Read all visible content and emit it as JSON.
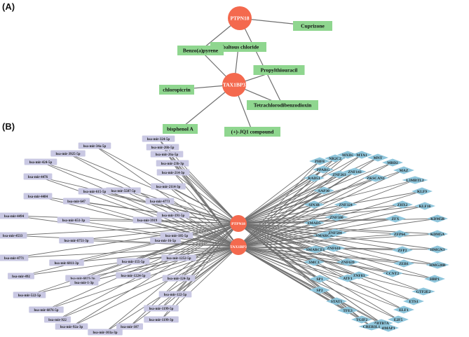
{
  "panels": {
    "a_label": "(A)",
    "b_label": "(B)"
  },
  "panel_a": {
    "hubs": [
      {
        "id": "PTPN18",
        "label": "PTPN18"
      },
      {
        "id": "TAX1BP3",
        "label": "TAX1BP3"
      }
    ],
    "chemicals": [
      {
        "label": "Cuprizone",
        "links": [
          "PTPN18"
        ]
      },
      {
        "label": "cobaltous chloride",
        "links": [
          "TAX1BP3"
        ]
      },
      {
        "label": "Benzo(a)pyrene",
        "links": [
          "PTPN18",
          "TAX1BP3"
        ]
      },
      {
        "label": "Propylthiouracil",
        "links": [
          "TAX1BP3"
        ]
      },
      {
        "label": "chloropicrin",
        "links": [
          "TAX1BP3"
        ]
      },
      {
        "label": "Tetrachlorodibenzodioxin",
        "links": [
          "PTPN18",
          "TAX1BP3"
        ]
      },
      {
        "label": "bisphenol A",
        "links": [
          "TAX1BP3"
        ]
      },
      {
        "label": "(+)-JQ1 compound",
        "links": [
          "TAX1BP3"
        ]
      }
    ]
  },
  "panel_b": {
    "hubs": [
      {
        "id": "PTPN18",
        "label": "PTPN18"
      },
      {
        "id": "TAX1BP3",
        "label": "TAX1BP3"
      }
    ],
    "mirnas": [
      "hsa-mir-324-5p",
      "hsa-mir-34a-5p",
      "hsa-mir-26b-5p",
      "hsa-mir-3925-5p",
      "hsa-mir-26a-5p",
      "hsa-mir-23b-3p",
      "hsa-mir-424-5p",
      "hsa-mir-214-3p",
      "hsa-mir-4476",
      "hsa-mir-615-5p",
      "hsa-mir-5587-5p",
      "hsa-mir-2114-3p",
      "hsa-mir-4484",
      "hsa-mir-647",
      "hsa-mir-4773",
      "hsa-mir-191-5p",
      "hsa-mir-4494",
      "hsa-mir-651-3p",
      "hsa-mir-3919",
      "hsa-mir-4533",
      "hsa-mir-6751-3p",
      "hsa-mir-16-5p",
      "hsa-mir-185-5p",
      "hsa-mir-4771",
      "hsa-mir-6811-3p",
      "hsa-mir-1252-5p",
      "hsa-mir-155-5p",
      "hsa-mir-492",
      "hsa-mir-6823-3p",
      "hsa-mir-1224-5p",
      "hsa-mir-124-3p",
      "hsa-mir-1-3p",
      "hsa-mir-522-5p",
      "hsa-mir-122-5p",
      "hsa-mir-6876-5p",
      "hsa-mir-1199-5p",
      "hsa-mir-922",
      "hsa-mir-1199-3p",
      "hsa-mir-92a-3p",
      "hsa-mir-107",
      "hsa-mir-103a-3p"
    ],
    "tfs": [
      "MXD4",
      "MTA1",
      "NR2C2",
      "PHF8",
      "MNT",
      "MBD2",
      "PPARG",
      "MAZ",
      "RAD51",
      "ZNF143",
      "ZNF263",
      "L3MBTL2",
      "SAP30",
      "ZKSCAN1",
      "KLF9",
      "SIN3B",
      "ZNF324",
      "ZHX2",
      "KLF16",
      "ZNF580",
      "ZFX",
      "SMAD5",
      "KDM5B",
      "ZFP64",
      "KDM5A",
      "SMARCA5",
      "ZNF584",
      "HMGN3",
      "ZNF610",
      "ZFP2",
      "SMARCE1",
      "ZEB1",
      "HMG20B",
      "ZNF639",
      "CCNT2",
      "HBP1",
      "SMC3",
      "ZNF83",
      "ATF1",
      "GTF2E2",
      "SP1",
      "ETS1",
      "SP2",
      "ELF1",
      "STAT1",
      "E2F5",
      "TFE3",
      "DMAP1",
      "TGIF2",
      "ZBTB7A",
      "CREB3L1"
    ]
  }
}
